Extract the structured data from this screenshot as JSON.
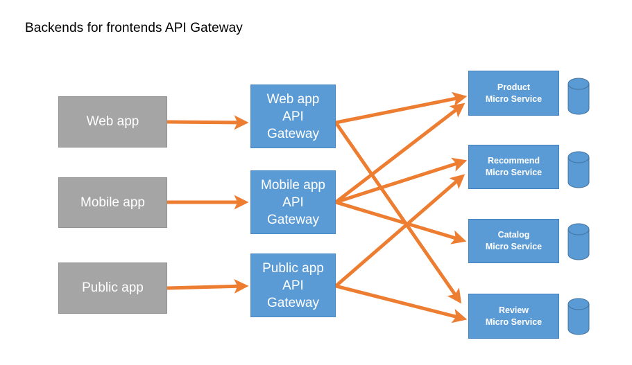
{
  "diagram": {
    "title": "Backends for frontends API Gateway",
    "colors": {
      "client_fill": "#a5a5a5",
      "client_border": "#919191",
      "gateway_fill": "#5b9bd5",
      "gateway_border": "#4a8ac4",
      "service_fill": "#5b9bd5",
      "service_border": "#3f7fbf",
      "arrow": "#ed7d31",
      "database_fill": "#5b9bd5",
      "database_border": "#41719c",
      "background": "#ffffff",
      "title_text": "#000000",
      "node_text": "#ffffff"
    }
  },
  "clients": [
    {
      "id": "web-app",
      "label": "Web app"
    },
    {
      "id": "mobile-app",
      "label": "Mobile app"
    },
    {
      "id": "public-app",
      "label": "Public app"
    }
  ],
  "gateways": [
    {
      "id": "web-app-api-gateway",
      "line1": "Web app",
      "line2": "API",
      "line3": "Gateway"
    },
    {
      "id": "mobile-app-api-gateway",
      "line1": "Mobile app",
      "line2": "API",
      "line3": "Gateway"
    },
    {
      "id": "public-app-api-gateway",
      "line1": "Public app",
      "line2": "API",
      "line3": "Gateway"
    }
  ],
  "services": [
    {
      "id": "product-micro-service",
      "line1": "Product",
      "line2": "Micro Service"
    },
    {
      "id": "recommend-micro-service",
      "line1": "Recommend",
      "line2": "Micro Service"
    },
    {
      "id": "catalog-micro-service",
      "line1": "Catalog",
      "line2": "Micro Service"
    },
    {
      "id": "review-micro-service",
      "line1": "Review",
      "line2": "Micro Service"
    }
  ],
  "databases": [
    {
      "id": "product-database"
    },
    {
      "id": "recommend-database"
    },
    {
      "id": "catalog-database"
    },
    {
      "id": "review-database"
    }
  ],
  "connections": [
    {
      "id": "web-app-to-web-gateway",
      "from": "web-app",
      "to": "web-app-api-gateway"
    },
    {
      "id": "mobile-app-to-mobile-gateway",
      "from": "mobile-app",
      "to": "mobile-app-api-gateway"
    },
    {
      "id": "public-app-to-public-gateway",
      "from": "public-app",
      "to": "public-app-api-gateway"
    },
    {
      "id": "web-gateway-to-product",
      "from": "web-app-api-gateway",
      "to": "product-micro-service"
    },
    {
      "id": "web-gateway-to-review",
      "from": "web-app-api-gateway",
      "to": "review-micro-service"
    },
    {
      "id": "mobile-gateway-to-product",
      "from": "mobile-app-api-gateway",
      "to": "product-micro-service"
    },
    {
      "id": "mobile-gateway-to-recommend",
      "from": "mobile-app-api-gateway",
      "to": "recommend-micro-service"
    },
    {
      "id": "mobile-gateway-to-catalog",
      "from": "mobile-app-api-gateway",
      "to": "catalog-micro-service"
    },
    {
      "id": "public-gateway-to-recommend",
      "from": "public-app-api-gateway",
      "to": "recommend-micro-service"
    },
    {
      "id": "public-gateway-to-review",
      "from": "public-app-api-gateway",
      "to": "review-micro-service"
    }
  ]
}
